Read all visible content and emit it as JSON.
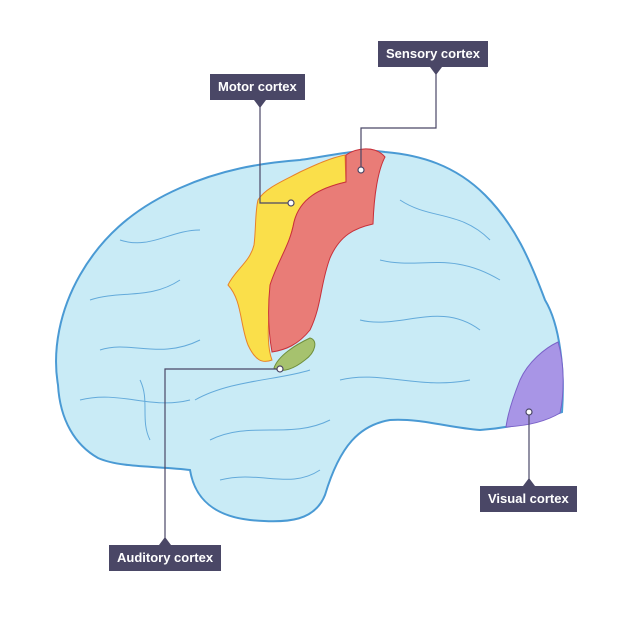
{
  "labels": {
    "motor": "Motor cortex",
    "sensory": "Sensory cortex",
    "visual": "Visual cortex",
    "auditory": "Auditory cortex"
  },
  "colors": {
    "brain": "#c9ebf6",
    "brain_outline": "#4a9ad4",
    "motor": "#fadf4a",
    "sensory": "#e97c77",
    "auditory": "#a6c26e",
    "visual": "#a895e6",
    "label_bg": "#4a4766"
  }
}
